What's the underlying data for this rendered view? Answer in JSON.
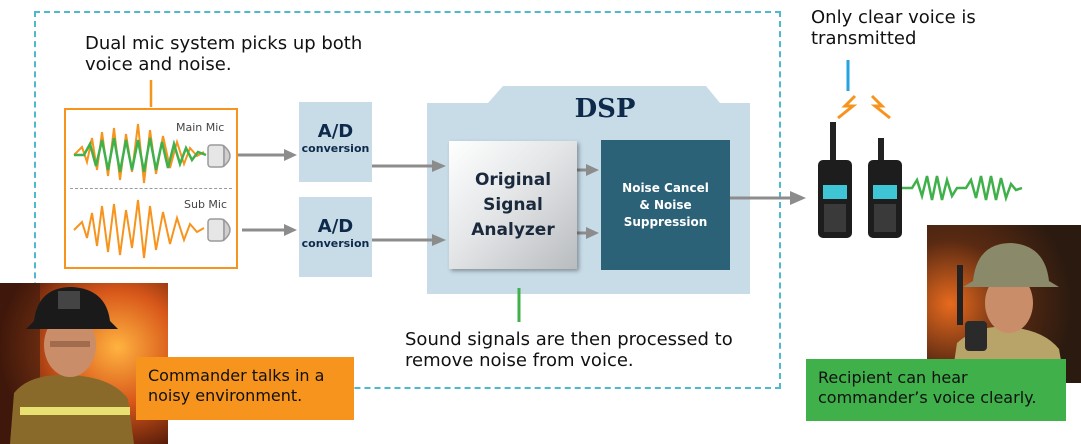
{
  "captions": {
    "mic_system": "Dual mic system picks up both voice and noise.",
    "transmitted": "Only clear voice is transmitted",
    "processing": "Sound signals are then processed to remove noise from voice."
  },
  "mics": {
    "main_label": "Main Mic",
    "sub_label": "Sub Mic"
  },
  "ad_converters": [
    {
      "title": "A/D",
      "subtitle": "conversion"
    },
    {
      "title": "A/D",
      "subtitle": "conversion"
    }
  ],
  "dsp": {
    "title": "DSP",
    "analyzer": "Original Signal Analyzer",
    "noise_cancel": "Noise Cancel & Noise Suppression"
  },
  "tags": {
    "commander": "Commander talks in a noisy environment.",
    "recipient": "Recipient can hear commander’s voice clearly."
  },
  "colors": {
    "dashed_border": "#4fb8cf",
    "mic_box_border": "#f7941d",
    "noise_wave": "#f7941d",
    "voice_wave": "#3fb04a",
    "ad_box": "#c8dce8",
    "dsp_panel": "#c8dce8",
    "noise_cancel_box": "#2c6278",
    "commander_tag": "#f7941d",
    "recipient_tag": "#3fb04a",
    "pointer_blue": "#27a2e0",
    "pointer_orange": "#f7941d",
    "pointer_green": "#3fb04a"
  },
  "icons": [
    "microphone-icon",
    "radio-icon",
    "signal-spark-icon",
    "firefighter-photo"
  ]
}
